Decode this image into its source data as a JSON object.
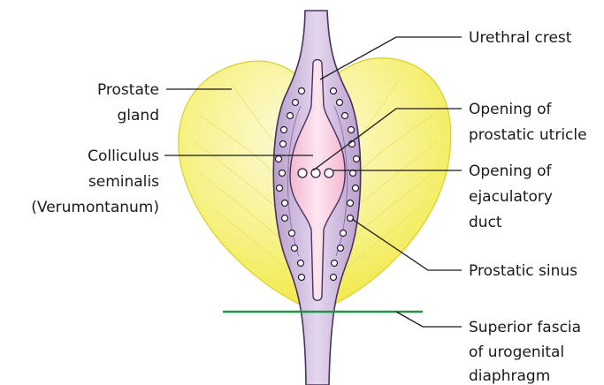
{
  "labels": {
    "urethral_crest": "Urethral crest",
    "prostate_gland": [
      "Prostate",
      "gland"
    ],
    "colliculus": [
      "Colliculus",
      "seminalis",
      "(Verumontanum)"
    ],
    "utricle": [
      "Opening of",
      "prostatic utricle"
    ],
    "ejaculatory": [
      "Opening of",
      "ejaculatory",
      "duct"
    ],
    "prostatic_sinus": "Prostatic sinus",
    "fascia": [
      "Superior fascia",
      "of urogenital",
      "diaphragm"
    ]
  },
  "colors": {
    "gland_fill": "#f3ee4a",
    "gland_light": "#fbf8c8",
    "urethra_fill": "#c9b3d8",
    "urethra_stroke": "#4a3360",
    "crest_fill": "#f6c6dc",
    "fascia_line": "#1a9a3c"
  }
}
